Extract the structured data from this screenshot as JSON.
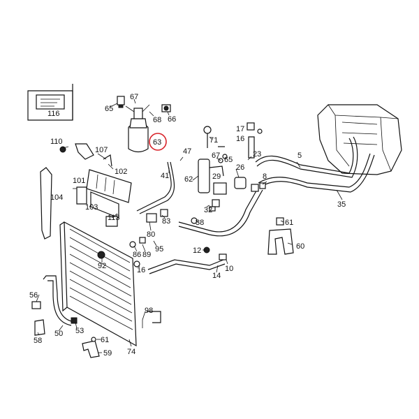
{
  "highlight_color": "#d8232a",
  "callouts": {
    "c116": "116",
    "c65": "65",
    "c67a": "67",
    "c68": "68",
    "c66": "66",
    "c63": "63",
    "c110": "110",
    "c107": "107",
    "c102": "102",
    "c71": "71",
    "c17": "17",
    "c16a": "16",
    "c47": "47",
    "c67b": "67",
    "c65b": "65",
    "c23": "23",
    "c5": "5",
    "c104": "104",
    "c101": "101",
    "c103": "103",
    "c113": "113",
    "c41": "41",
    "c62": "62",
    "c29": "29",
    "c26": "26",
    "c8": "8",
    "c35": "35",
    "c83": "83",
    "c38": "38",
    "c32": "32",
    "c61a": "61",
    "c80": "80",
    "c60": "60",
    "c86": "86",
    "c89": "89",
    "c95": "95",
    "c92": "92",
    "c16b": "16",
    "c12": "12",
    "c10": "10",
    "c14": "14",
    "c56": "56",
    "c98": "98",
    "c53": "53",
    "c58": "58",
    "c50": "50",
    "c61b": "61",
    "c59": "59",
    "c74": "74"
  }
}
